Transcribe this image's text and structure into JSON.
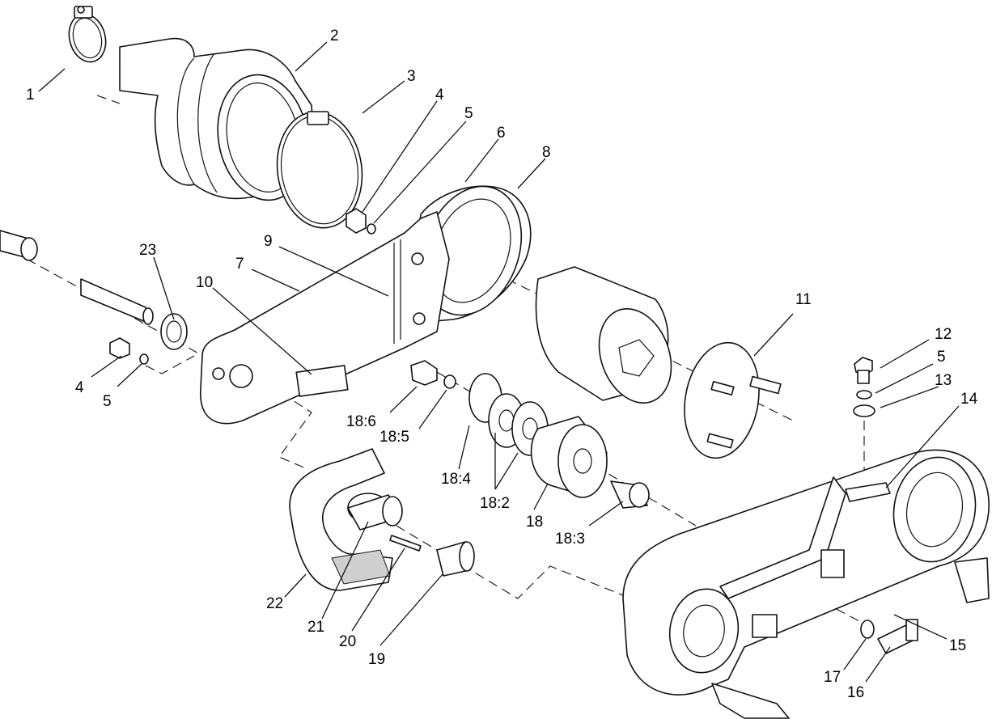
{
  "callouts": [
    {
      "id": "c1",
      "label": "1"
    },
    {
      "id": "c2",
      "label": "2"
    },
    {
      "id": "c3",
      "label": "3"
    },
    {
      "id": "c4a",
      "label": "4"
    },
    {
      "id": "c5a",
      "label": "5"
    },
    {
      "id": "c6",
      "label": "6"
    },
    {
      "id": "c8",
      "label": "8"
    },
    {
      "id": "c9",
      "label": "9"
    },
    {
      "id": "c7",
      "label": "7"
    },
    {
      "id": "c23",
      "label": "23"
    },
    {
      "id": "c10",
      "label": "10"
    },
    {
      "id": "c4b",
      "label": "4"
    },
    {
      "id": "c5b",
      "label": "5"
    },
    {
      "id": "c11",
      "label": "11"
    },
    {
      "id": "c12",
      "label": "12"
    },
    {
      "id": "c5c",
      "label": "5"
    },
    {
      "id": "c13",
      "label": "13"
    },
    {
      "id": "c14",
      "label": "14"
    },
    {
      "id": "c18_6",
      "label": "18:6"
    },
    {
      "id": "c18_5",
      "label": "18:5"
    },
    {
      "id": "c18_4",
      "label": "18:4"
    },
    {
      "id": "c18_2",
      "label": "18:2"
    },
    {
      "id": "c18",
      "label": "18"
    },
    {
      "id": "c18_3",
      "label": "18:3"
    },
    {
      "id": "c22",
      "label": "22"
    },
    {
      "id": "c21",
      "label": "21"
    },
    {
      "id": "c20",
      "label": "20"
    },
    {
      "id": "c19",
      "label": "19"
    },
    {
      "id": "c15",
      "label": "15"
    },
    {
      "id": "c17",
      "label": "17"
    },
    {
      "id": "c16",
      "label": "16"
    }
  ]
}
